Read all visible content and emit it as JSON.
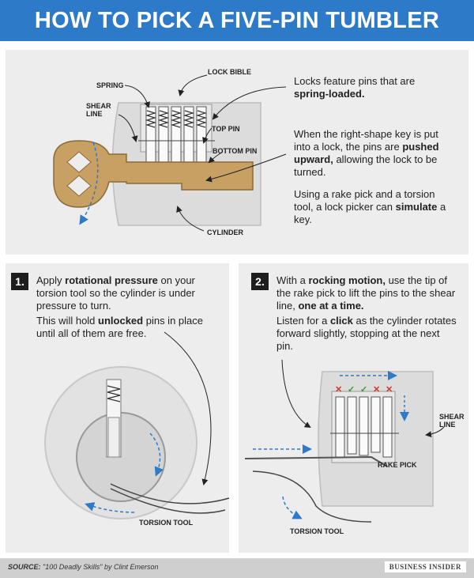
{
  "title": "HOW TO PICK A FIVE-PIN TUMBLER LOCK",
  "top": {
    "text1_pre": "Locks feature pins that are ",
    "text1_bold": "spring-loaded.",
    "text2_pre": "When the right-shape key is put into a lock, the pins are ",
    "text2_bold": "pushed upward,",
    "text2_post": " allowing the lock to be turned.",
    "text3_pre": "Using a rake pick and a torsion tool, a lock picker can ",
    "text3_bold": "simulate",
    "text3_post": " a key.",
    "labels": {
      "lock_bible": "LOCK BIBLE",
      "spring": "SPRING",
      "shear_line_1": "SHEAR",
      "shear_line_2": "LINE",
      "top_pin": "TOP PIN",
      "bottom_pin": "BOTTOM PIN",
      "cylinder": "CYLINDER"
    }
  },
  "step1": {
    "number": "1.",
    "p1_pre": "Apply ",
    "p1_bold": "rotational pressure",
    "p1_post": " on your torsion tool so the cylinder is under pressure to turn.",
    "p2_pre": "This will hold ",
    "p2_bold": "unlocked",
    "p2_post": " pins in place until all of them are free.",
    "label_torsion": "TORSION TOOL"
  },
  "step2": {
    "number": "2.",
    "p1_pre": "With a ",
    "p1_bold1": "rocking motion,",
    "p1_mid": " use the tip of the rake pick to lift the pins to the shear line, ",
    "p1_bold2": "one at a time.",
    "p2_pre": "Listen for a ",
    "p2_bold": "click",
    "p2_post": " as the cylinder rotates forward slightly, stopping at the next pin.",
    "label_shear_1": "SHEAR",
    "label_shear_2": "LINE",
    "label_rake": "RAKE PICK",
    "label_torsion": "TORSION TOOL",
    "pin_marks": [
      "✕",
      "✓",
      "✓",
      "✕",
      "✕"
    ]
  },
  "footer": {
    "source_label": "SOURCE:",
    "source_text": " \"100 Deadly Skills\" by Clint Emerson",
    "brand": "BUSINESS INSIDER"
  },
  "colors": {
    "header": "#2d7ac8",
    "panel": "#ededed",
    "key": "#c9a063",
    "arrow_blue": "#2d7ac8",
    "cross": "#d9342b",
    "check": "#3b9a3b"
  }
}
